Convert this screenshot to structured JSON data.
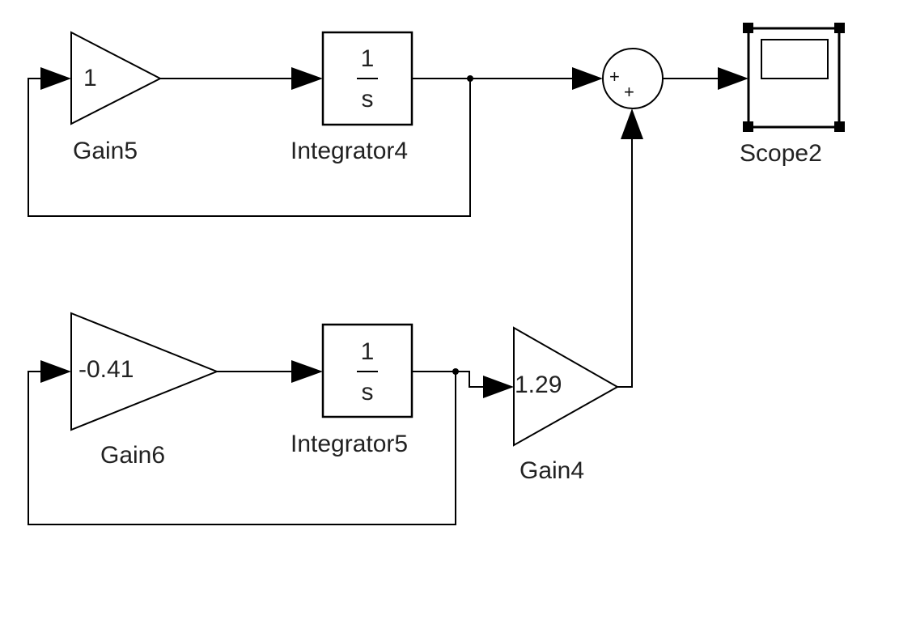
{
  "blocks": {
    "gain5": {
      "name": "Gain5",
      "value": "1"
    },
    "gain6": {
      "name": "Gain6",
      "value": "-0.41"
    },
    "gain4": {
      "name": "Gain4",
      "value": "1.29"
    },
    "integrator4": {
      "name": "Integrator4",
      "numerator": "1",
      "denominator": "s"
    },
    "integrator5": {
      "name": "Integrator5",
      "numerator": "1",
      "denominator": "s"
    },
    "sum": {
      "sign1": "+",
      "sign2": "+"
    },
    "scope2": {
      "name": "Scope2"
    }
  },
  "colors": {
    "line": "#000000",
    "text": "#222222",
    "background": "#ffffff"
  }
}
